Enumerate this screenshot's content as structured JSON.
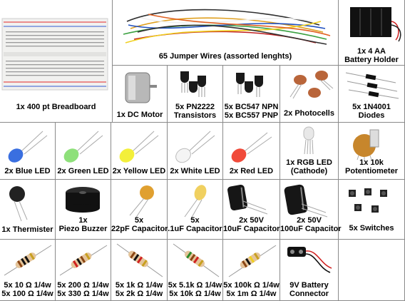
{
  "items": {
    "breadboard": {
      "lines": [
        "1x 400 pt Breadboard"
      ]
    },
    "jumper_wires": {
      "lines": [
        "65 Jumper Wires (assorted lenghts)"
      ]
    },
    "battery_holder": {
      "lines": [
        "1x 4 AA",
        "Battery Holder"
      ]
    },
    "dc_motor": {
      "lines": [
        "1x DC Motor"
      ]
    },
    "transistors_pn2222": {
      "lines": [
        "5x PN2222",
        "Transistors"
      ]
    },
    "transistors_bc": {
      "lines": [
        "5x BC547 NPN",
        "5x BC557 PNP"
      ]
    },
    "photocells": {
      "lines": [
        "2x Photocells"
      ]
    },
    "diodes": {
      "lines": [
        "5x 1N4001",
        "Diodes"
      ]
    },
    "blue_led": {
      "lines": [
        "2x Blue LED"
      ]
    },
    "green_led": {
      "lines": [
        "2x Green LED"
      ]
    },
    "yellow_led": {
      "lines": [
        "2x Yellow LED"
      ]
    },
    "white_led": {
      "lines": [
        "2x White LED"
      ]
    },
    "red_led": {
      "lines": [
        "2x Red LED"
      ]
    },
    "rgb_led": {
      "lines": [
        "1x RGB LED",
        "(Cathode)"
      ]
    },
    "potentiometer": {
      "lines": [
        "1x 10k",
        "Potentiometer"
      ]
    },
    "thermister": {
      "lines": [
        "1x Thermister"
      ]
    },
    "piezo_buzzer": {
      "lines": [
        "1x",
        "Piezo Buzzer"
      ]
    },
    "capacitor_22pf": {
      "lines": [
        "5x",
        "22pF Capacitor"
      ]
    },
    "capacitor_1uf": {
      "lines": [
        "5x",
        ".1uF Capacitor"
      ]
    },
    "capacitor_10uf": {
      "lines": [
        "2x 50V",
        "10uF Capacitor"
      ]
    },
    "capacitor_100uf": {
      "lines": [
        "2x 50V",
        "100uF Capacitor"
      ]
    },
    "switches": {
      "lines": [
        "5x Switches"
      ]
    },
    "resistors_10_100": {
      "lines": [
        "5x 10 Ω 1/4w",
        "5x 100 Ω 1/4w"
      ]
    },
    "resistors_200_330": {
      "lines": [
        "5x 200 Ω 1/4w",
        "5x 330 Ω 1/4w"
      ]
    },
    "resistors_1k_2k": {
      "lines": [
        "5x 1k Ω 1/4w",
        "5x 2k Ω 1/4w"
      ]
    },
    "resistors_5k1_10k": {
      "lines": [
        "5x 5.1k Ω 1/4w",
        "5x 10k Ω 1/4w"
      ]
    },
    "resistors_100k_1m": {
      "lines": [
        "5x 100k Ω 1/4w",
        "5x 1m Ω 1/4w"
      ]
    },
    "battery_connector": {
      "lines": [
        "9V Battery",
        "Connector"
      ]
    }
  },
  "colors": {
    "border": "#8a8a8a",
    "blue_led": "#3a6fe0",
    "green_led": "#8ee07a",
    "yellow_led": "#f3ef3a",
    "red_led": "#f04a3a",
    "resistor_body": "#e4c49a",
    "capacitor_ceramic": "#e0a030",
    "breadboard_stripe_red": "#e55050",
    "breadboard_stripe_blue": "#5a7ad8"
  }
}
